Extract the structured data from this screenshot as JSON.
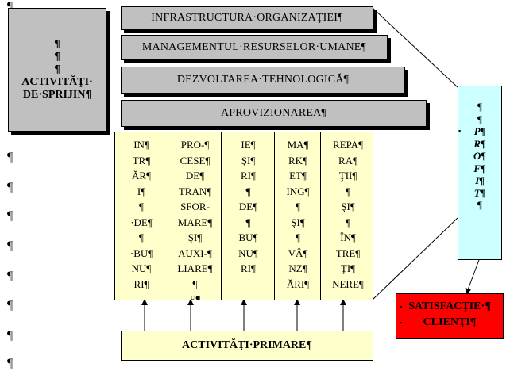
{
  "pilcrow": "¶",
  "support": {
    "lines": [
      "¶",
      "¶",
      "¶",
      "ACTIVITĂŢI·",
      "DE·SPRIJIN¶"
    ]
  },
  "top_boxes": [
    "INFRASTRUCTURA·ORGANIZAŢIEI¶",
    "MANAGEMENTUL·RESURSELOR·UMANE¶",
    "DEZVOLTAREA·TEHNOLOGICĂ¶",
    "APROVIZIONAREA¶"
  ],
  "columns": [
    [
      "IN¶",
      "TR¶",
      "ĂR¶",
      "I¶",
      "¶",
      "·DE¶",
      "¶",
      "·BU¶",
      "NU¶",
      "RI¶"
    ],
    [
      "PRO-¶",
      "CESE¶",
      "DE¶",
      "TRAN¶",
      "SFOR-",
      "MARE¶",
      "ŞI¶",
      "AUXI-¶",
      "LIARE¶",
      "¶",
      "E¶"
    ],
    [
      "IE¶",
      "ŞI¶",
      "RI¶",
      "¶",
      "DE¶",
      "¶",
      "BU¶",
      "NU¶",
      "RI¶"
    ],
    [
      "MA¶",
      "RK¶",
      "ET¶",
      "ING¶",
      "¶",
      "ŞI¶",
      "¶",
      "VÂ¶",
      "NZ¶",
      "ĂRI¶"
    ],
    [
      "REPA¶",
      "RA¶",
      "ŢII¶",
      "¶",
      "ŞI¶",
      "¶",
      "ÎN¶",
      "TRE¶",
      "ŢI¶",
      "NERE¶"
    ]
  ],
  "profit": {
    "top": [
      "¶",
      "¶"
    ],
    "bullet": "▪",
    "letters": [
      "P¶",
      "R¶",
      "O¶",
      "F¶",
      "I¶",
      "T¶",
      "¶"
    ]
  },
  "satisfaction": {
    "bullet": "▪",
    "lines": [
      "SATISFACŢIE·¶",
      "CLIENŢI¶"
    ]
  },
  "primary": {
    "label": "ACTIVITĂŢI·PRIMARE¶"
  },
  "colors": {
    "gray": "#c0c0c0",
    "yellow": "#ffffcc",
    "cyan": "#ccffff",
    "red": "#ff0000"
  }
}
